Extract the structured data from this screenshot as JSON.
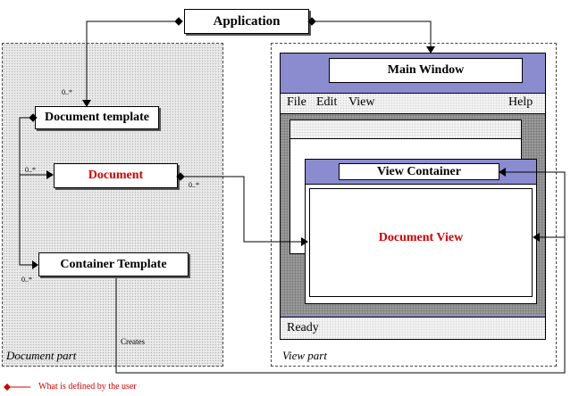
{
  "application": {
    "label": "Application"
  },
  "document_part": {
    "label": "Document part",
    "document_template": "Document template",
    "document": "Document",
    "container_template": "Container Template",
    "creates": "Creates",
    "mult_doc_template": "0..*",
    "mult_document": "0..*",
    "mult_container": "0..*",
    "mult_doc_link": "0..*"
  },
  "view_part": {
    "label": "View part",
    "main_window": "Main Window",
    "menu": {
      "file": "File",
      "edit": "Edit",
      "view": "View",
      "help": "Help"
    },
    "view_container": "View Container",
    "document_view": "Document View",
    "status": "Ready"
  },
  "legend": {
    "text": "What is defined by the user"
  },
  "colors": {
    "user_defined": "#d40000",
    "frame_blue": "#8b8bcf"
  }
}
